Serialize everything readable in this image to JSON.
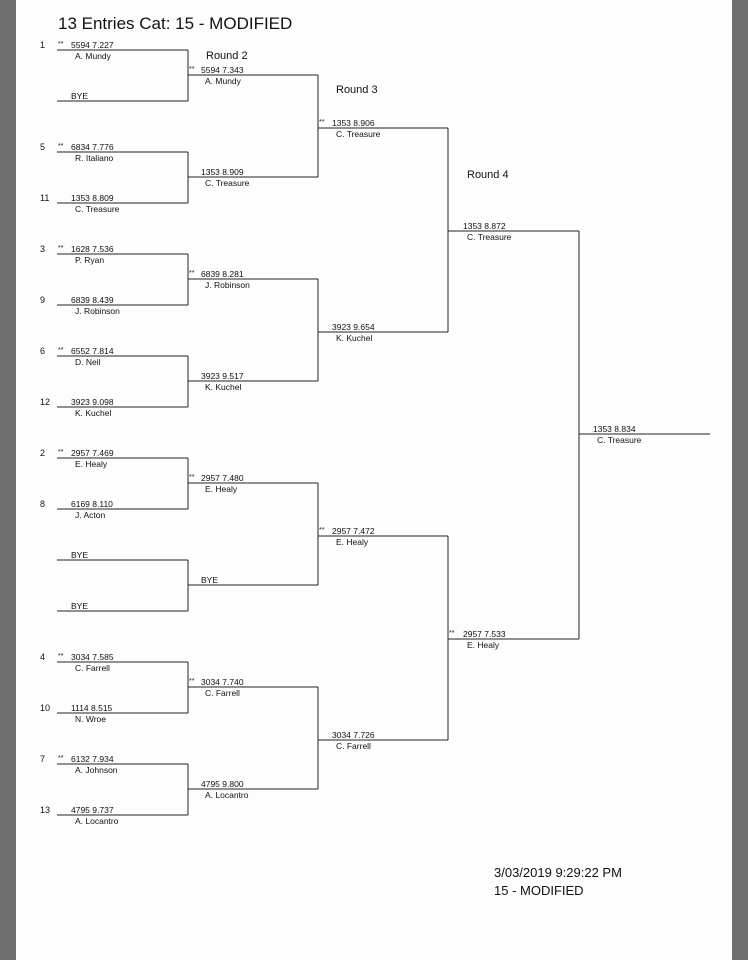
{
  "title": "13 Entries Cat: 15 - MODIFIED",
  "rounds": [
    "Round 2",
    "Round 3",
    "Round 4"
  ],
  "footer": {
    "timestamp": "3/03/2019 9:29:22 PM",
    "category": "15 - MODIFIED"
  },
  "round1": [
    {
      "seed": "1",
      "stars": "**",
      "rv": "5594  7.227",
      "name": "A. Mundy"
    },
    {
      "seed": "",
      "stars": "",
      "rv": "BYE",
      "name": ""
    },
    {
      "seed": "5",
      "stars": "**",
      "rv": "6834  7.776",
      "name": "R. Italiano"
    },
    {
      "seed": "11",
      "stars": "",
      "rv": "1353  8.809",
      "name": "C. Treasure"
    },
    {
      "seed": "3",
      "stars": "**",
      "rv": "1628  7.536",
      "name": "P. Ryan"
    },
    {
      "seed": "9",
      "stars": "",
      "rv": "6839  8.439",
      "name": "J. Robinson"
    },
    {
      "seed": "6",
      "stars": "**",
      "rv": "6552  7.814",
      "name": "D. Neil"
    },
    {
      "seed": "12",
      "stars": "",
      "rv": "3923  9.098",
      "name": "K. Kuchel"
    },
    {
      "seed": "2",
      "stars": "**",
      "rv": "2957  7.469",
      "name": "E. Healy"
    },
    {
      "seed": "8",
      "stars": "",
      "rv": "6169  8.110",
      "name": "J. Acton"
    },
    {
      "seed": "",
      "stars": "",
      "rv": "BYE",
      "name": ""
    },
    {
      "seed": "",
      "stars": "",
      "rv": "BYE",
      "name": ""
    },
    {
      "seed": "4",
      "stars": "**",
      "rv": "3034  7.585",
      "name": "C. Farrell"
    },
    {
      "seed": "10",
      "stars": "",
      "rv": "1114  8.515",
      "name": "N. Wroe"
    },
    {
      "seed": "7",
      "stars": "**",
      "rv": "6132  7.934",
      "name": "A. Johnson"
    },
    {
      "seed": "13",
      "stars": "",
      "rv": "4795  9.737",
      "name": "A. Locantro"
    }
  ],
  "round2": [
    {
      "stars": "**",
      "rv": "5594  7.343",
      "name": "A. Mundy"
    },
    {
      "stars": "",
      "rv": "1353  8.909",
      "name": "C. Treasure"
    },
    {
      "stars": "**",
      "rv": "6839  8.281",
      "name": "J. Robinson"
    },
    {
      "stars": "",
      "rv": "3923  9.517",
      "name": "K. Kuchel"
    },
    {
      "stars": "**",
      "rv": "2957  7.480",
      "name": "E. Healy"
    },
    {
      "stars": "",
      "rv": "BYE",
      "name": ""
    },
    {
      "stars": "**",
      "rv": "3034  7.740",
      "name": "C. Farrell"
    },
    {
      "stars": "",
      "rv": "4795  9.800",
      "name": "A. Locantro"
    }
  ],
  "round3": [
    {
      "stars": "**",
      "rv": "1353  8.906",
      "name": "C. Treasure"
    },
    {
      "stars": "",
      "rv": "3923  9.654",
      "name": "K. Kuchel"
    },
    {
      "stars": "**",
      "rv": "2957  7.472",
      "name": "E. Healy"
    },
    {
      "stars": "",
      "rv": "3034  7.726",
      "name": "C. Farrell"
    }
  ],
  "round4": [
    {
      "stars": "",
      "rv": "1353  8.872",
      "name": "C. Treasure"
    },
    {
      "stars": "**",
      "rv": "2957  7.533",
      "name": "E. Healy"
    }
  ],
  "final": [
    {
      "stars": "",
      "rv": "1353  8.834",
      "name": "C. Treasure"
    }
  ]
}
